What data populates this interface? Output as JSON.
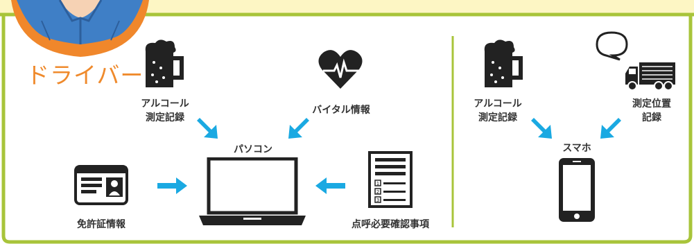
{
  "colors": {
    "frame_border": "#a8c43a",
    "banner_fill": "#fdf6c4",
    "arrow": "#1aa9e2",
    "driver_text": "#ef8a2c",
    "icon": "#222222",
    "avatar_bg": "#f0872b",
    "uniform": "#3f7fc6"
  },
  "driver_label": "ドライバー",
  "left_panel": {
    "alcohol_label_1": "アルコール",
    "alcohol_label_2": "測定記録",
    "vital_label": "バイタル情報",
    "pc_label": "パソコン",
    "license_label": "免許証情報",
    "checklist_label": "点呼必要確認事項",
    "checklist_items": [
      "1",
      "2",
      "3"
    ]
  },
  "right_panel": {
    "alcohol_label_1": "アルコール",
    "alcohol_label_2": "測定記録",
    "location_label_1": "測定位置",
    "location_label_2": "記録",
    "phone_label": "スマホ"
  },
  "icons": {
    "beer_left": "beer-mug-icon",
    "heart": "heart-pulse-icon",
    "id_card": "id-card-icon",
    "laptop": "laptop-icon",
    "checklist": "checklist-icon",
    "beer_right": "beer-mug-icon",
    "speech": "speech-bubble-icon",
    "truck": "truck-icon",
    "phone": "smartphone-icon"
  }
}
